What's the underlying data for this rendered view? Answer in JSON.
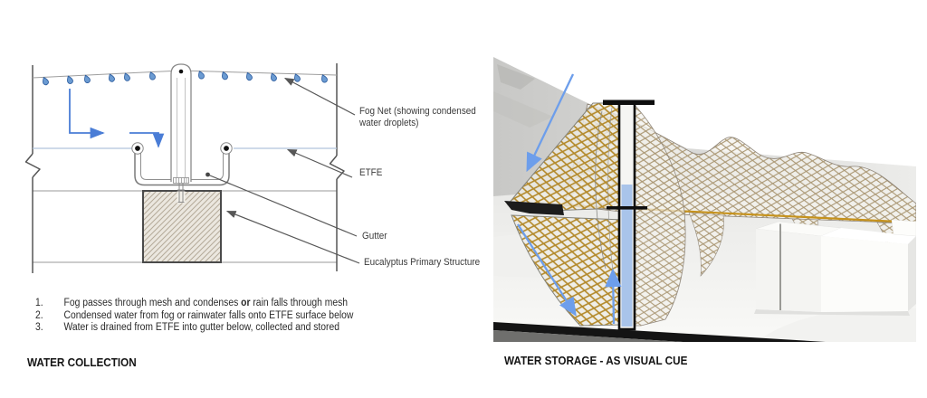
{
  "document": {
    "background": "#ffffff"
  },
  "left_panel": {
    "caption": "WATER COLLECTION",
    "labels": {
      "fog_net_line1": "Fog Net (showing condensed",
      "fog_net_line2": "water droplets)",
      "etfe": "ETFE",
      "gutter": "Gutter",
      "eucalyptus": "Eucalyptus Primary Structure"
    },
    "steps": [
      {
        "num": "1.",
        "pre": "Fog passes through mesh and condenses ",
        "bold": "or",
        "post": " rain falls through mesh"
      },
      {
        "num": "2.",
        "pre": "Condensed water from fog or rainwater falls onto ETFE surface below",
        "bold": "",
        "post": ""
      },
      {
        "num": "3.",
        "pre": "Water is drained from ETFE into gutter below, collected and stored",
        "bold": "",
        "post": ""
      }
    ]
  },
  "right_panel": {
    "caption": "WATER STORAGE - AS VISUAL CUE"
  },
  "colors": {
    "droplet_blue": "#6b9bd2",
    "diagram_arrow_blue": "#4a7dd6",
    "flow_arrow_blue": "#6d9eeb",
    "etfe_line_blue": "#b0c4dc",
    "lattice_gold": "#b3892a",
    "water_column_blue": "#a9c4ea",
    "leader_grey": "#575757",
    "ground_dark": "#141414"
  }
}
